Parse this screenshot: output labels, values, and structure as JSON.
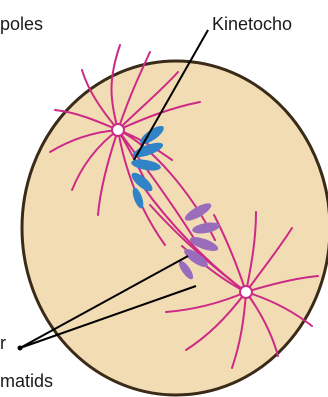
{
  "labels": {
    "poles": "poles",
    "kinetochore": "Kinetocho",
    "sister_fragment": "r",
    "chromatids_fragment": "matids"
  },
  "colors": {
    "cell_fill": "#f2dcb4",
    "cell_outline": "#3a2a18",
    "spindle": "#cc2a86",
    "chromatid_blue": "#2f83c6",
    "chromatid_purple": "#9a6cbc",
    "pointer_line": "#000000"
  }
}
